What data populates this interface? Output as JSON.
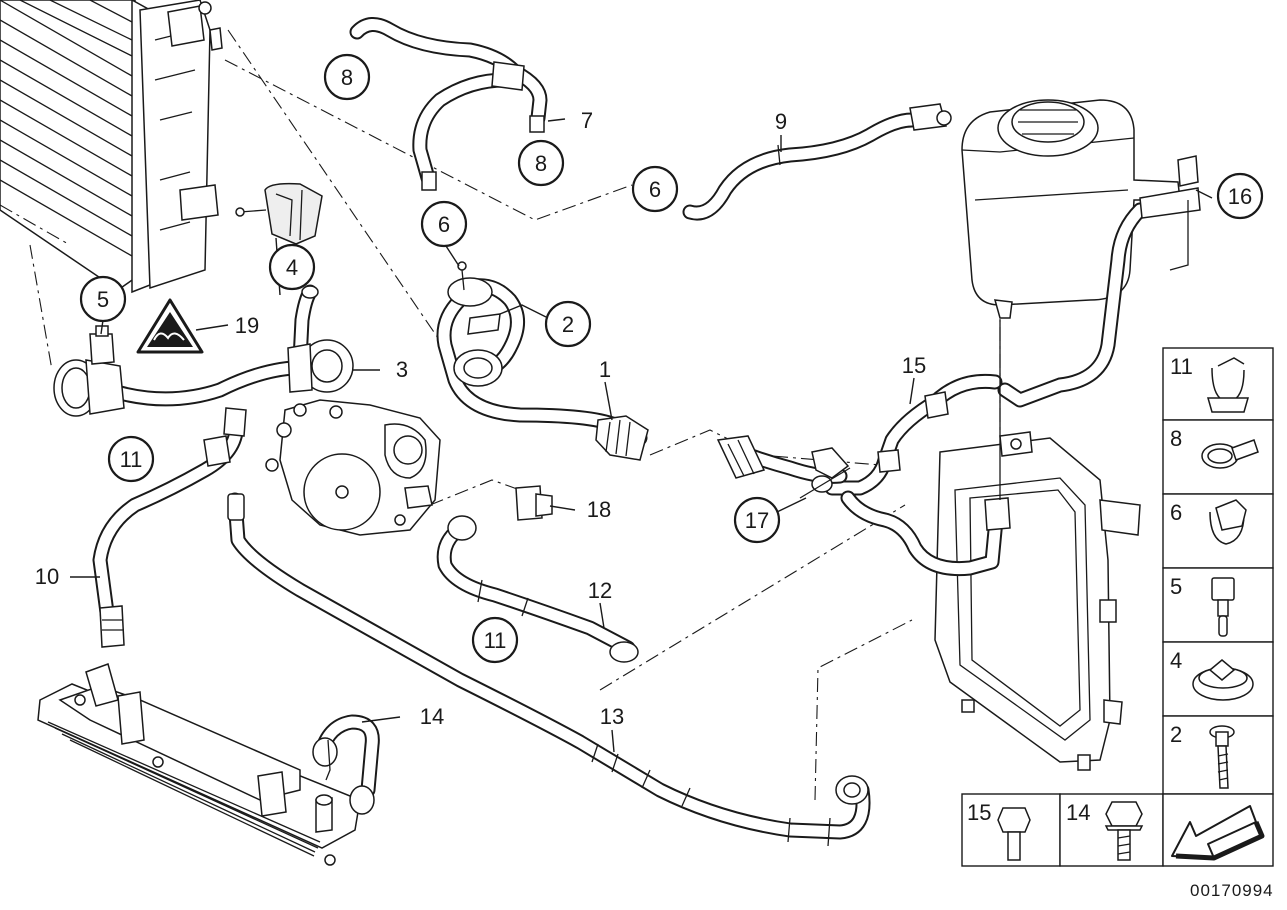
{
  "callouts": [
    {
      "id": "c1",
      "label": "1"
    },
    {
      "id": "c2",
      "label": "2"
    },
    {
      "id": "c3",
      "label": "3"
    },
    {
      "id": "c4",
      "label": "4"
    },
    {
      "id": "c5",
      "label": "5"
    },
    {
      "id": "c6a",
      "label": "6"
    },
    {
      "id": "c6b",
      "label": "6"
    },
    {
      "id": "c7",
      "label": "7"
    },
    {
      "id": "c8a",
      "label": "8"
    },
    {
      "id": "c8b",
      "label": "8"
    },
    {
      "id": "c9",
      "label": "9"
    },
    {
      "id": "c10",
      "label": "10"
    },
    {
      "id": "c11a",
      "label": "11"
    },
    {
      "id": "c11b",
      "label": "11"
    },
    {
      "id": "c12",
      "label": "12"
    },
    {
      "id": "c13",
      "label": "13"
    },
    {
      "id": "c14",
      "label": "14"
    },
    {
      "id": "c15",
      "label": "15"
    },
    {
      "id": "c16",
      "label": "16"
    },
    {
      "id": "c17",
      "label": "17"
    },
    {
      "id": "c18",
      "label": "18"
    },
    {
      "id": "c19",
      "label": "19"
    }
  ],
  "legend": {
    "side": [
      "11",
      "8",
      "6",
      "5",
      "4",
      "2"
    ],
    "bottom": [
      "15",
      "14"
    ]
  },
  "document_number": "00170994"
}
